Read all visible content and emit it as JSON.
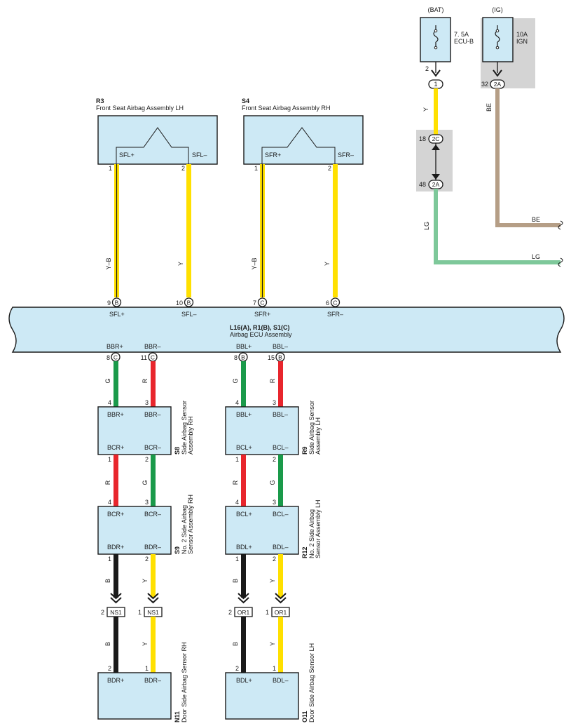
{
  "power": {
    "bat": {
      "source": "(BAT)",
      "amp": "7. 5A",
      "name": "ECU-B",
      "pin": "2",
      "connector": "1",
      "wire": "Y"
    },
    "ig": {
      "source": "(IG)",
      "amp": "10A",
      "name": "IGN",
      "pin": "32",
      "connector": "2A",
      "wire": "BE"
    },
    "junction": {
      "top_pin": "18",
      "top_conn": "2C",
      "bottom_pin": "48",
      "bottom_conn": "2A",
      "wire": "LG"
    },
    "right_wires": [
      "BE",
      "LG"
    ]
  },
  "components": {
    "r3": {
      "code": "R3",
      "name": "Front Seat Airbag Assembly LH",
      "term_left": "SFL+",
      "term_right": "SFL–",
      "pin_left": "1",
      "pin_right": "2",
      "wire_left": "Y–B",
      "wire_right": "Y"
    },
    "s4": {
      "code": "S4",
      "name": "Front Seat Airbag Assembly RH",
      "term_left": "SFR+",
      "term_right": "SFR–",
      "pin_left": "1",
      "pin_right": "2",
      "wire_left": "Y–B",
      "wire_right": "Y"
    }
  },
  "ecu": {
    "title": "L16(A), R1(B), S1(C)",
    "name": "Airbag ECU Assembly",
    "top_pins": [
      {
        "num": "9",
        "conn": "B",
        "term": "SFL+"
      },
      {
        "num": "10",
        "conn": "B",
        "term": "SFL–"
      },
      {
        "num": "7",
        "conn": "C",
        "term": "SFR+"
      },
      {
        "num": "6",
        "conn": "C",
        "term": "SFR–"
      }
    ],
    "bottom_pins": [
      {
        "num": "8",
        "conn": "C",
        "term": "BBR+"
      },
      {
        "num": "11",
        "conn": "C",
        "term": "BBR–"
      },
      {
        "num": "8",
        "conn": "B",
        "term": "BBL+"
      },
      {
        "num": "15",
        "conn": "B",
        "term": "BBL–"
      }
    ]
  },
  "chains": {
    "right": {
      "ecu_wires": [
        "G",
        "R"
      ],
      "s8": {
        "code": "S8",
        "name1": "Side Airbag Sensor",
        "name2": "Assembly RH",
        "top_pins": [
          "4",
          "3"
        ],
        "top_terms": [
          "BBR+",
          "BBR–"
        ],
        "bot_terms": [
          "BCR+",
          "BCR–"
        ],
        "bot_pins": [
          "1",
          "2"
        ]
      },
      "mid_wires": [
        "R",
        "G"
      ],
      "s9": {
        "code": "S9",
        "name1": "No. 2 Side Airbag",
        "name2": "Sensor Assembly RH",
        "top_pins": [
          "4",
          "3"
        ],
        "top_terms": [
          "BCR+",
          "BCR–"
        ],
        "bot_terms": [
          "BDR+",
          "BDR–"
        ],
        "bot_pins": [
          "1",
          "2"
        ]
      },
      "low_wires": [
        "B",
        "Y"
      ],
      "connectors": [
        {
          "pin": "2",
          "name": "NS1"
        },
        {
          "pin": "1",
          "name": "NS1"
        }
      ],
      "bottom_wires": [
        "B",
        "Y"
      ],
      "n11": {
        "code": "N11",
        "name": "Door Side Airbag Sensor RH",
        "top_pins": [
          "2",
          "1"
        ],
        "terms": [
          "BDR+",
          "BDR–"
        ]
      }
    },
    "left": {
      "ecu_wires": [
        "G",
        "R"
      ],
      "r9": {
        "code": "R9",
        "name1": "Side Airbag Sensor",
        "name2": "Assembly LH",
        "top_pins": [
          "4",
          "3"
        ],
        "top_terms": [
          "BBL+",
          "BBL–"
        ],
        "bot_terms": [
          "BCL+",
          "BCL–"
        ],
        "bot_pins": [
          "1",
          "2"
        ]
      },
      "mid_wires": [
        "R",
        "G"
      ],
      "r12": {
        "code": "R12",
        "name1": "No. 2 Side Airbag",
        "name2": "Sensor Assembly LH",
        "top_pins": [
          "4",
          "3"
        ],
        "top_terms": [
          "BCL+",
          "BCL–"
        ],
        "bot_terms": [
          "BDL+",
          "BDL–"
        ],
        "bot_pins": [
          "1",
          "2"
        ]
      },
      "low_wires": [
        "B",
        "Y"
      ],
      "connectors": [
        {
          "pin": "2",
          "name": "OR1"
        },
        {
          "pin": "1",
          "name": "OR1"
        }
      ],
      "bottom_wires": [
        "B",
        "Y"
      ],
      "o11": {
        "code": "O11",
        "name": "Door Side Airbag Sensor LH",
        "top_pins": [
          "2",
          "1"
        ],
        "terms": [
          "BDL+",
          "BDL–"
        ]
      }
    }
  },
  "wire_colors": {
    "Y": "#ffe000",
    "Y-B": "#ffe000",
    "BE": "#b59e86",
    "LG": "#7ec89a",
    "G": "#1a9a4a",
    "R": "#e8262d",
    "B": "#1a1a1a",
    "box_fill": "#cde9f5",
    "gray_panel": "#d4d4d4"
  }
}
